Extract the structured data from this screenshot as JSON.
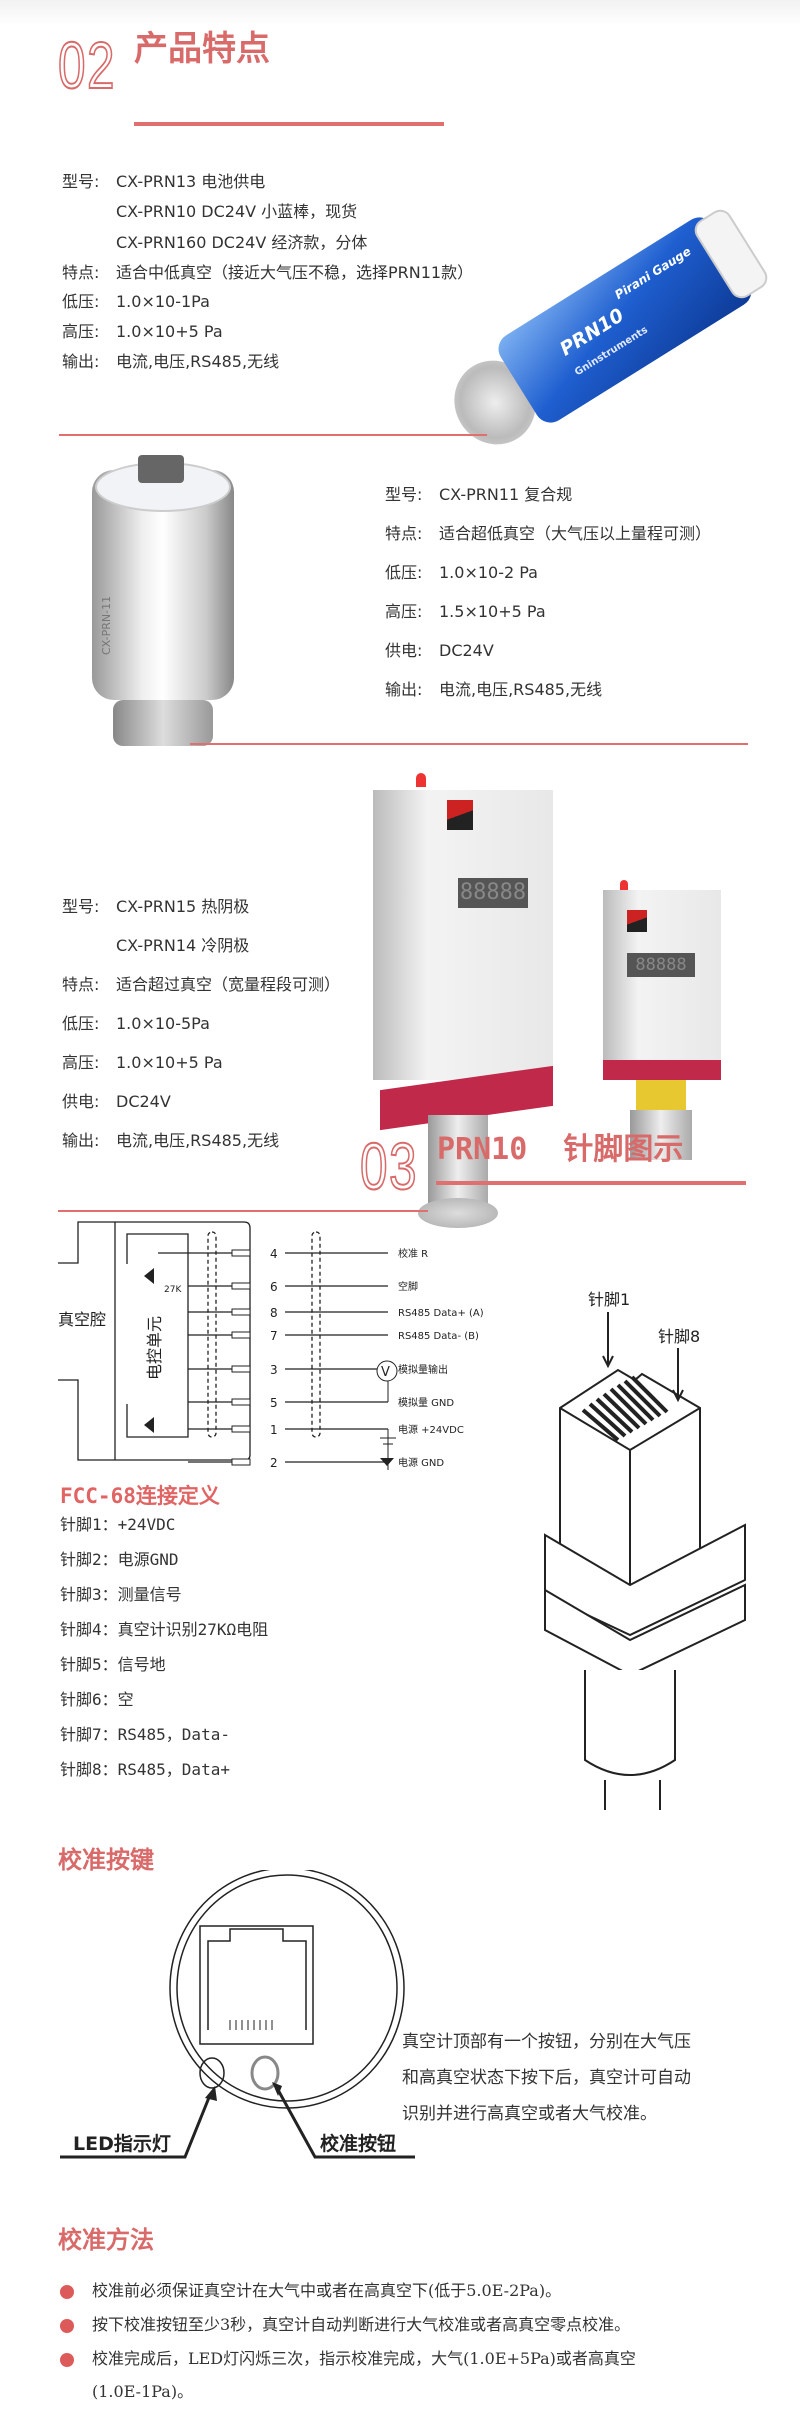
{
  "section02": {
    "number": "02",
    "title": "产品特点",
    "product1": {
      "lines": [
        {
          "label": "型号:",
          "value": "CX-PRN13    电池供电"
        },
        {
          "label": "",
          "value": "CX-PRN10    DC24V 小蓝棒，现货"
        },
        {
          "label": "",
          "value": "CX-PRN160  DC24V 经济款，分体"
        },
        {
          "label": "特点:",
          "value": "适合中低真空（接近大气压不稳，选择PRN11款）"
        },
        {
          "label": "低压:",
          "value": "1.0×10-1Pa"
        },
        {
          "label": "高压:",
          "value": "1.0×10+5 Pa"
        },
        {
          "label": "输出:",
          "value": "电流,电压,RS485,无线"
        }
      ],
      "image_text": {
        "model": "PRN10",
        "name": "Pirani Gauge",
        "brand": "Gninstruments"
      }
    },
    "product2": {
      "lines": [
        {
          "label": "型号:",
          "value": "CX-PRN11 复合规"
        },
        {
          "label": "特点:",
          "value": "适合超低真空（大气压以上量程可测）"
        },
        {
          "label": "低压:",
          "value": "1.0×10-2 Pa"
        },
        {
          "label": "高压:",
          "value": "1.5×10+5 Pa"
        },
        {
          "label": "供电:",
          "value": "DC24V"
        },
        {
          "label": "输出:",
          "value": "电流,电压,RS485,无线"
        }
      ],
      "image_text": "CX-PRN-11"
    },
    "product3": {
      "lines": [
        {
          "label": "型号:",
          "value": "CX-PRN15  热阴极"
        },
        {
          "label": "",
          "value": "CX-PRN14 冷阴极"
        },
        {
          "label": "特点:",
          "value": "适合超过真空（宽量程段可测）"
        },
        {
          "label": "低压:",
          "value": "1.0×10-5Pa"
        },
        {
          "label": "高压:",
          "value": "1.0×10+5 Pa"
        },
        {
          "label": "供电:",
          "value": "DC24V"
        },
        {
          "label": "输出:",
          "value": "电流,电压,RS485,无线"
        }
      ],
      "display": "88888"
    }
  },
  "section03": {
    "number": "03",
    "title": "PRN10  针脚图示",
    "diagram": {
      "chamber": "真空腔",
      "unit": "电控单元",
      "resistor": "27K",
      "pins": [
        {
          "pin": "4",
          "label": "校准 R"
        },
        {
          "pin": "6",
          "label": "空脚"
        },
        {
          "pin": "8",
          "label": "RS485 Data+ (A)"
        },
        {
          "pin": "7",
          "label": "RS485 Data-  (B)"
        },
        {
          "pin": "3",
          "label": "模拟量输出"
        },
        {
          "pin": "5",
          "label": "模拟量 GND"
        },
        {
          "pin": "1",
          "label": "电源 +24VDC"
        },
        {
          "pin": "2",
          "label": "电源 GND"
        }
      ],
      "meter": "V"
    },
    "plug": {
      "pin1": "针脚1",
      "pin8": "针脚8"
    },
    "fcc_title": "FCC-68连接定义",
    "fcc": [
      "针脚1：+24VDC",
      "针脚2：电源GND",
      "针脚3：测量信号",
      "针脚4：真空计识别27KΩ电阻",
      "针脚5：信号地",
      "针脚6：空",
      "针脚7：RS485，Data-",
      "针脚8：RS485，Data+"
    ]
  },
  "calib_button": {
    "title": "校准按键",
    "led_label": "LED指示灯",
    "button_label": "校准按钮",
    "desc": [
      "真空计顶部有一个按钮，分别在大气压",
      "和高真空状态下按下后，真空计可自动",
      "识别并进行高真空或者大气校准。"
    ]
  },
  "calib_method": {
    "title": "校准方法",
    "items": [
      "校准前必须保证真空计在大气中或者在高真空下(低于5.0E-2Pa)。",
      "按下校准按钮至少3秒，真空计自动判断进行大气校准或者高真空零点校准。",
      "校准完成后，LED灯闪烁三次，指示校准完成，大气(1.0E+5Pa)或者高真空",
      "(1.0E-1Pa)。"
    ]
  },
  "colors": {
    "accent": "#d96a6a",
    "bullet": "#dc5a5a"
  }
}
